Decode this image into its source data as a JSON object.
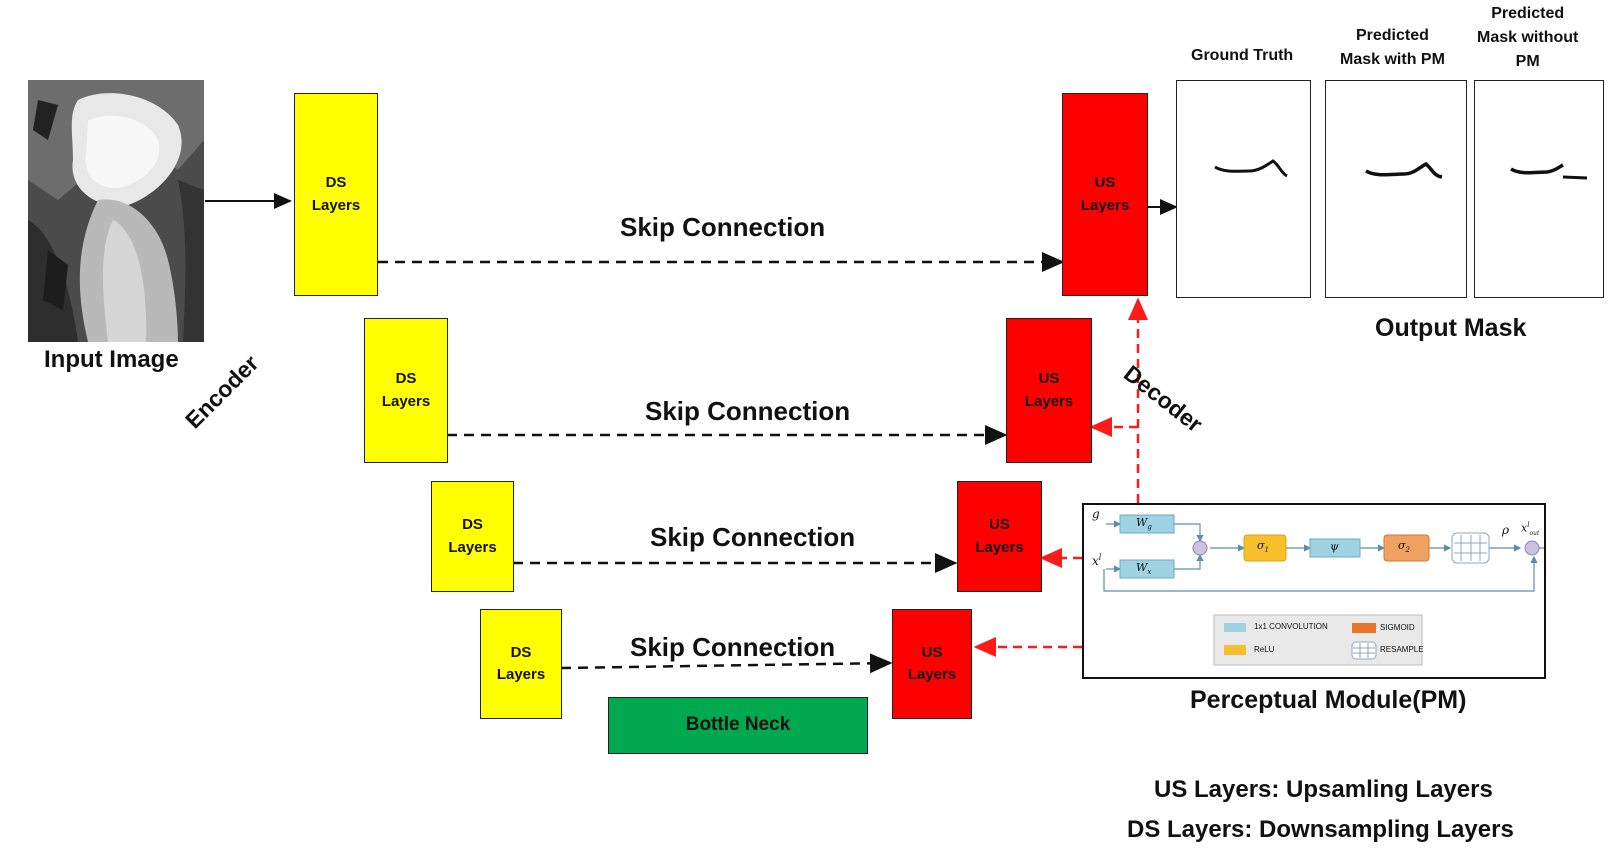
{
  "input": {
    "label": "Input Image"
  },
  "encoder": {
    "label": "Encoder"
  },
  "decoder": {
    "label": "Decoder"
  },
  "ds_blocks": [
    {
      "line1": "DS",
      "line2": "Layers"
    },
    {
      "line1": "DS",
      "line2": "Layers"
    },
    {
      "line1": "DS",
      "line2": "Layers"
    },
    {
      "line1": "DS",
      "line2": "Layers"
    }
  ],
  "us_blocks": [
    {
      "line1": "US",
      "line2": "Layers"
    },
    {
      "line1": "US",
      "line2": "Layers"
    },
    {
      "line1": "US",
      "line2": "Layers"
    },
    {
      "line1": "US",
      "line2": "Layers"
    }
  ],
  "skip_labels": [
    "Skip Connection",
    "Skip Connection",
    "Skip Connection",
    "Skip Connection"
  ],
  "bottleneck": {
    "label": "Bottle Neck"
  },
  "outputs": {
    "ground_truth": "Ground Truth",
    "with_pm": {
      "line1": "Predicted",
      "line2": "Mask with PM"
    },
    "without_pm": {
      "line1": "Predicted",
      "line2": "Mask without",
      "line3": "PM"
    },
    "title": "Output Mask"
  },
  "pm": {
    "title": "Perceptual Module(PM)",
    "inputs": {
      "g": "g",
      "x": "x",
      "x_sup": "l"
    },
    "blocks": {
      "wg": "W",
      "wg_sub": "g",
      "wx": "W",
      "wx_sub": "x",
      "sigma1": "σ",
      "sigma1_sub": "1",
      "psi": "ψ",
      "sigma2": "σ",
      "sigma2_sub": "2"
    },
    "rho": "ρ",
    "out": "x",
    "out_sup": "l",
    "out_sub": "out",
    "legend": {
      "conv": "1x1 CONVOLUTION",
      "relu": "ReLU",
      "sigmoid": "SIGMOID",
      "resample": "RESAMPLE"
    },
    "colors": {
      "conv": "#9fd3e3",
      "relu": "#f7bf2c",
      "sigmoid": "#e8742a",
      "sigma2": "#f0a060"
    }
  },
  "notes": {
    "us": "US Layers: Upsamling Layers",
    "ds": "DS Layers: Downsampling Layers"
  },
  "colors": {
    "ds": "#ffff00",
    "us": "#ff0000",
    "bottleneck": "#00a84f",
    "skip_arrow": "#111111",
    "pm_arrow": "#ff1a1a"
  }
}
